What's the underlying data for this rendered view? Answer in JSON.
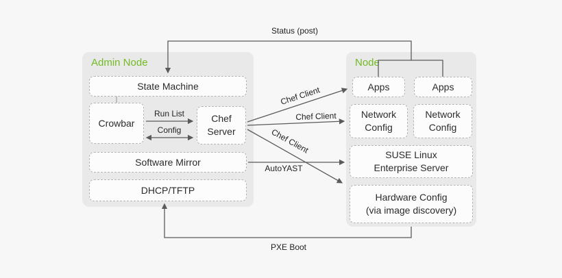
{
  "colors": {
    "page_bg": "#f7f7f7",
    "panel_bg": "#e9e9e9",
    "box_bg": "#fcfcfc",
    "box_border": "#b3b3b3",
    "arrow": "#5a5a5a",
    "accent_green": "#73ba25",
    "text": "#2b2b2b"
  },
  "panels": {
    "admin": {
      "title": "Admin Node",
      "state_machine": "State Machine",
      "crowbar": "Crowbar",
      "chef_server": "Chef Server",
      "software_mirror": "Software Mirror",
      "dhcp_tftp": "DHCP/TFTP"
    },
    "node": {
      "title": "Node",
      "apps_left": "Apps",
      "apps_right": "Apps",
      "network_config_left": "Network Config",
      "network_config_right": "Network Config",
      "suse_server": {
        "line1": "SUSE Linux",
        "line2": "Enterprise Server"
      },
      "hardware_config": {
        "line1": "Hardware Config",
        "line2": "(via image discovery)"
      }
    }
  },
  "edges": {
    "status_post": {
      "label": "Status (post)",
      "from": "Node apps",
      "to": "State Machine"
    },
    "run_list": {
      "label": "Run List",
      "from": "Crowbar",
      "to": "Chef Server"
    },
    "config": {
      "label": "Config",
      "from": "Crowbar",
      "to": "Chef Server",
      "bidirectional": true
    },
    "chef_client_top": {
      "label": "Chef Client",
      "from": "Chef Server",
      "to": "Apps"
    },
    "chef_client_mid": {
      "label": "Chef Client",
      "from": "Chef Server",
      "to": "Network Config"
    },
    "chef_client_bottom": {
      "label": "Chef Client",
      "from": "Chef Server",
      "to": "Hardware Config"
    },
    "autoyast": {
      "label": "AutoYAST",
      "from": "Software Mirror",
      "to": "SUSE Linux Enterprise Server"
    },
    "pxe_boot": {
      "label": "PXE Boot",
      "from": "Node",
      "to": "DHCP/TFTP"
    }
  }
}
